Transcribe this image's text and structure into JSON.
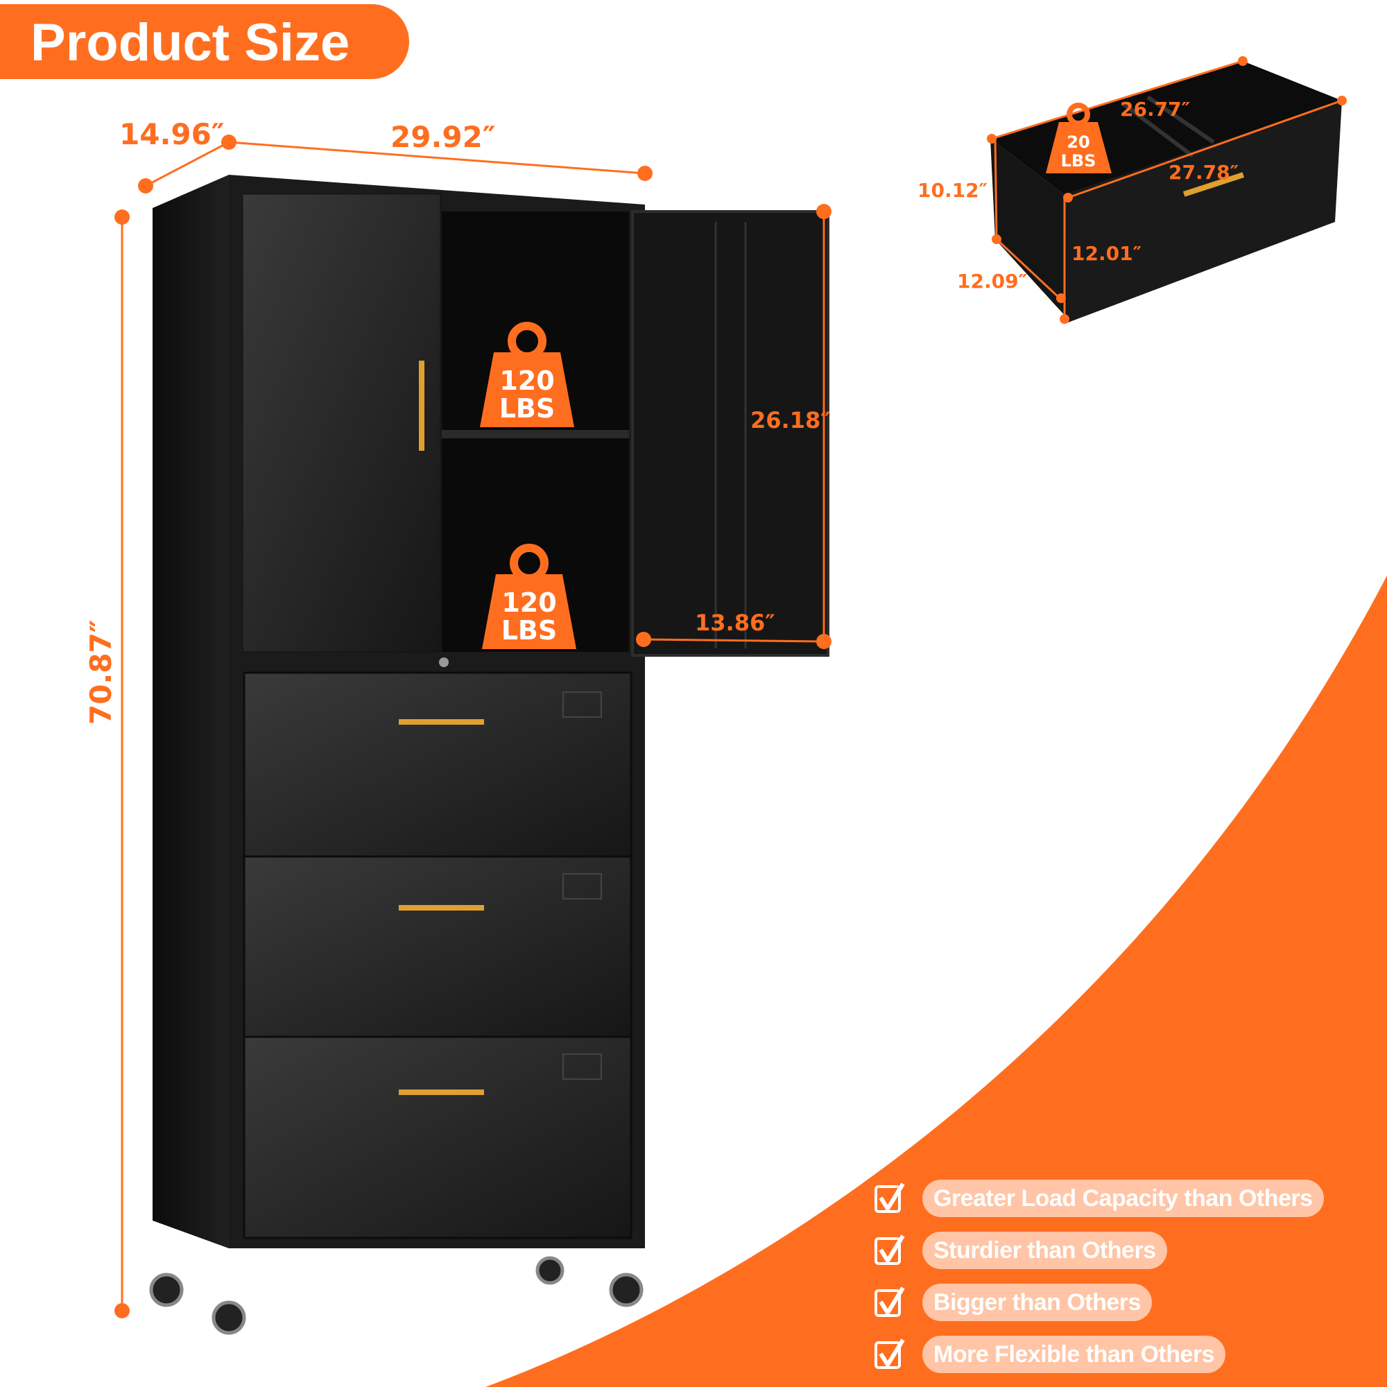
{
  "title": "Product Size",
  "colors": {
    "accent": "#FF6E1F",
    "cabinet": "#1E1E1E",
    "handle": "#E0A030",
    "pill": "#FFC5A6"
  },
  "dimensions": {
    "depth": "14.96″",
    "width": "29.92″",
    "height": "70.87″",
    "door_height": "26.18″",
    "door_width": "13.86″",
    "drawer_height_back": "10.12″",
    "drawer_depth": "12.09″",
    "drawer_front_height": "12.01″",
    "drawer_inner_width": "26.77″",
    "drawer_front_width": "27.78″"
  },
  "weights": {
    "shelf_top": {
      "value": "120",
      "unit": "LBS"
    },
    "shelf_bottom": {
      "value": "120",
      "unit": "LBS"
    },
    "drawer": {
      "value": "20",
      "unit": "LBS"
    }
  },
  "features": [
    {
      "icon": "checkbox-checked-icon",
      "label": "Greater Load Capacity than Others"
    },
    {
      "icon": "checkbox-checked-icon",
      "label": "Sturdier than Others"
    },
    {
      "icon": "checkbox-checked-icon",
      "label": "Bigger than Others"
    },
    {
      "icon": "checkbox-checked-icon",
      "label": "More Flexible than Others"
    }
  ]
}
